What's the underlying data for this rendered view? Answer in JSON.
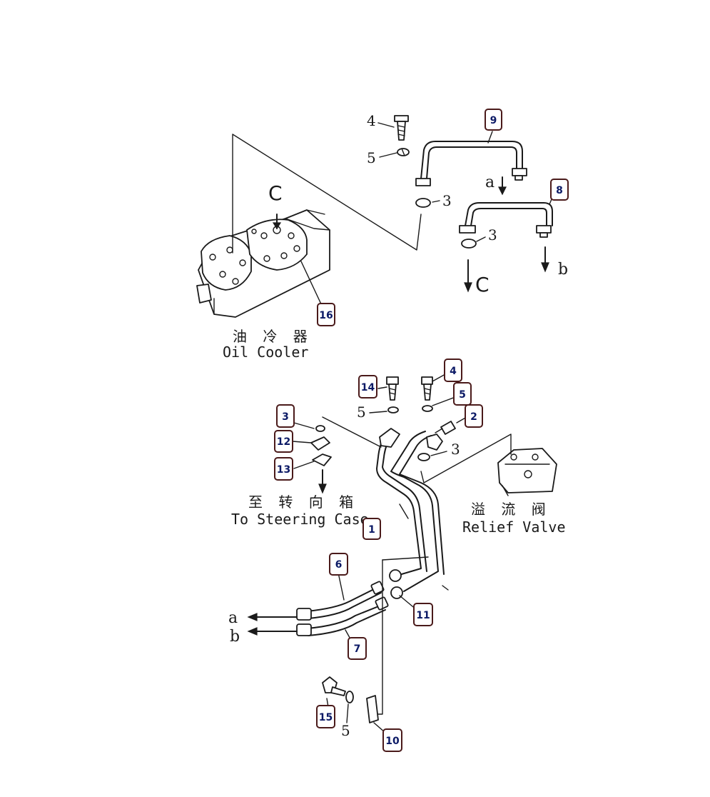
{
  "labels": {
    "oil_cooler_cn": "油 冷 器",
    "oil_cooler_en": "Oil Cooler",
    "steering_cn": "至 转 向 箱",
    "steering_en": "To Steering Case",
    "relief_cn": "溢 流 阀",
    "relief_en": "Relief Valve",
    "port_c_top": "C",
    "port_c_bottom": "C",
    "letter_a_top": "a",
    "letter_b_top": "b",
    "letter_a_bottom": "a",
    "letter_b_bottom": "b"
  },
  "plain_numbers": {
    "n4_top": "4",
    "n5_top": "5",
    "n3_top1": "3",
    "n3_top2": "3",
    "n5_mid": "5",
    "n3_mid": "3",
    "n5_bottom": "5"
  },
  "callouts": {
    "c9": "9",
    "c8": "8",
    "c16": "16",
    "c14": "14",
    "c4": "4",
    "c5": "5",
    "c2": "2",
    "c3": "3",
    "c12": "12",
    "c13": "13",
    "c1": "1",
    "c6": "6",
    "c11": "11",
    "c7": "7",
    "c15": "15",
    "c10": "10"
  }
}
